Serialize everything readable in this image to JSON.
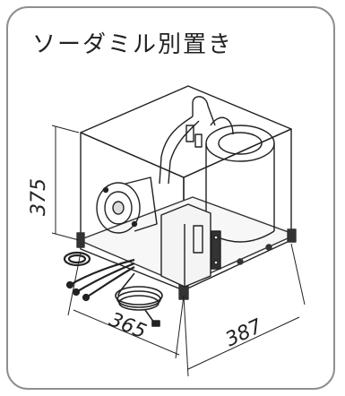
{
  "card": {
    "title": "ソーダミル別置き"
  },
  "dimensions": {
    "height": "375",
    "width": "365",
    "depth": "387"
  },
  "colors": {
    "border": "#8f8f8f",
    "line": "#222222",
    "frame": "#333333"
  }
}
